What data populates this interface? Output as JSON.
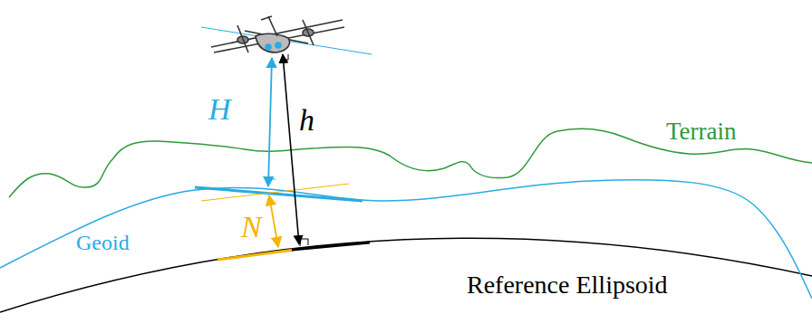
{
  "diagram": {
    "labels": [
      "H",
      "h",
      "N",
      "Terrain",
      "Geoid",
      "Reference Ellipsoid"
    ]
  }
}
